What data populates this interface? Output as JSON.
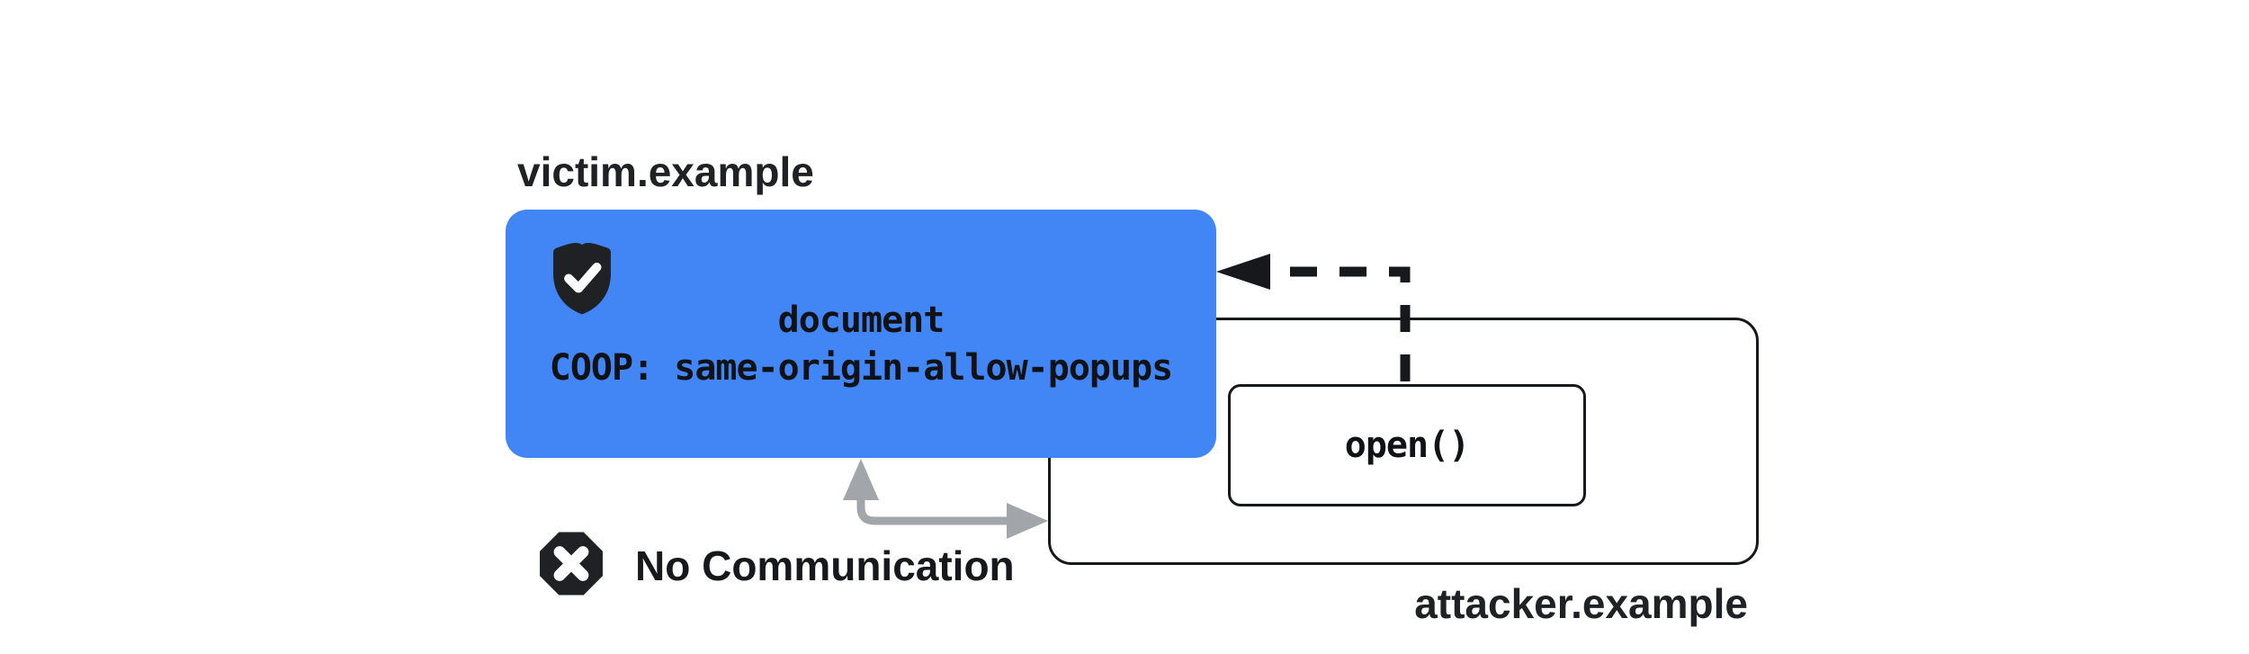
{
  "victim": {
    "label": "victim.example",
    "doc_label": "document",
    "coop_label": "COOP: same-origin-allow-popups"
  },
  "attacker": {
    "label": "attacker.example",
    "open_call": "open()"
  },
  "no_communication": {
    "label": "No Communication"
  },
  "icons": {
    "shield_check": "shield-check-icon",
    "blocked_x": "blocked-x-icon"
  },
  "colors": {
    "victim_blue": "#4285F4",
    "ink": "#202124",
    "arrow_black": "#17181c",
    "arrow_gray": "#A2A5AA",
    "box_bg": "#FFFFFF"
  }
}
